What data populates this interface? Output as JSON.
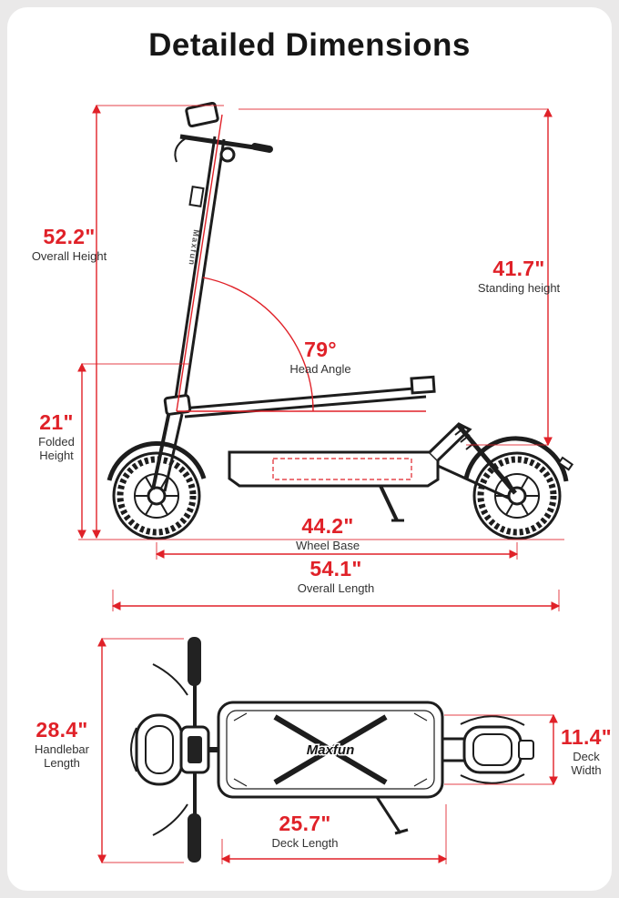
{
  "title": "Detailed Dimensions",
  "colors": {
    "background": "#eae9e9",
    "card": "#ffffff",
    "accent_red": "#e02128",
    "label_gray": "#333333"
  },
  "side_view": {
    "stem_logo": "Maxfun",
    "overall_height": {
      "value": "52.2\"",
      "label": "Overall Height"
    },
    "standing_height": {
      "value": "41.7\"",
      "label": "Standing height"
    },
    "head_angle": {
      "value": "79°",
      "label": "Head Angle"
    },
    "folded_height": {
      "value": "21\"",
      "label": "Folded Height"
    },
    "wheel_base": {
      "value": "44.2\"",
      "label": "Wheel Base"
    },
    "overall_length": {
      "value": "54.1\"",
      "label": "Overall Length"
    }
  },
  "top_view": {
    "deck_logo": "Maxfun",
    "handlebar_length": {
      "value": "28.4\"",
      "label": "Handlebar Length"
    },
    "deck_width": {
      "value": "11.4\"",
      "label": "Deck Width"
    },
    "deck_length": {
      "value": "25.7\"",
      "label": "Deck Length"
    }
  }
}
